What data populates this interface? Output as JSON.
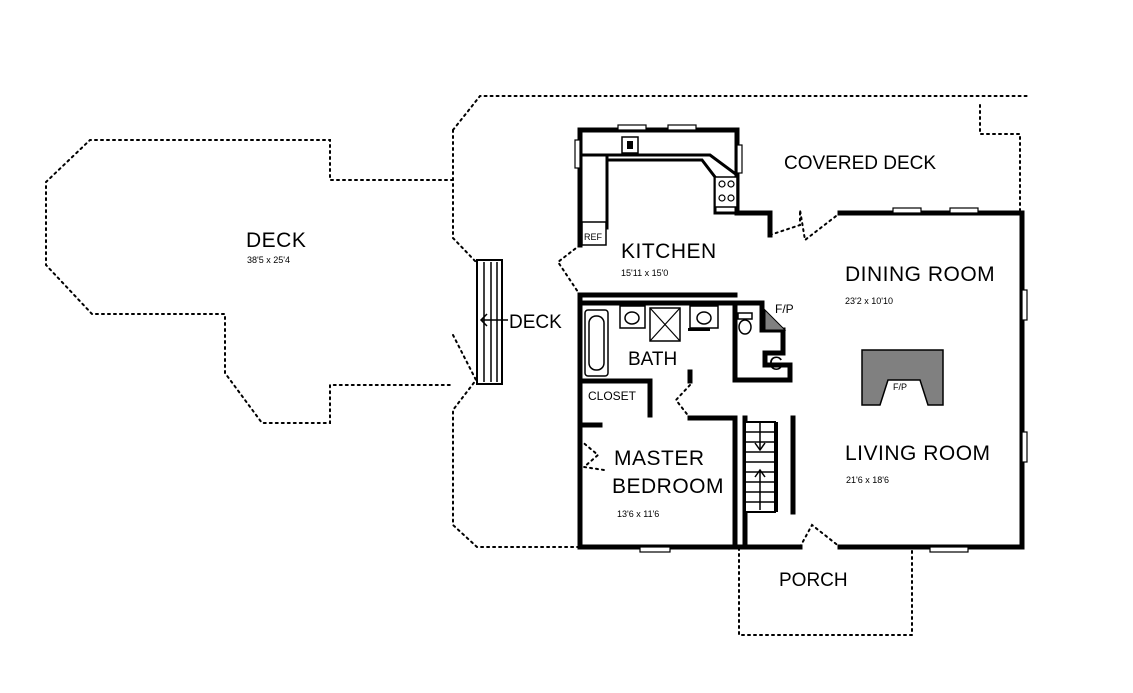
{
  "rooms": {
    "deck_main": {
      "name": "DECK",
      "size": "38'5 x 25'4"
    },
    "deck_small": {
      "name": "DECK"
    },
    "covered_deck": {
      "name": "COVERED DECK"
    },
    "kitchen": {
      "name": "KITCHEN",
      "size": "15'11 x 15'0"
    },
    "dining": {
      "name": "DINING ROOM",
      "size": "23'2 x 10'10"
    },
    "living": {
      "name": "LIVING ROOM",
      "size": "21'6 x 18'6"
    },
    "bath": {
      "name": "BATH"
    },
    "closet": {
      "name": "CLOSET"
    },
    "master_line1": "MASTER",
    "master_line2": "BEDROOM",
    "master_size": "13'6 x 11'6",
    "porch": {
      "name": "PORCH"
    },
    "c": "C"
  },
  "fixtures": {
    "ref": "REF",
    "fp_small": "F/P",
    "fp_large": "F/P"
  },
  "colors": {
    "walls": "#000000",
    "fireplace": "#808080",
    "background": "#ffffff"
  }
}
